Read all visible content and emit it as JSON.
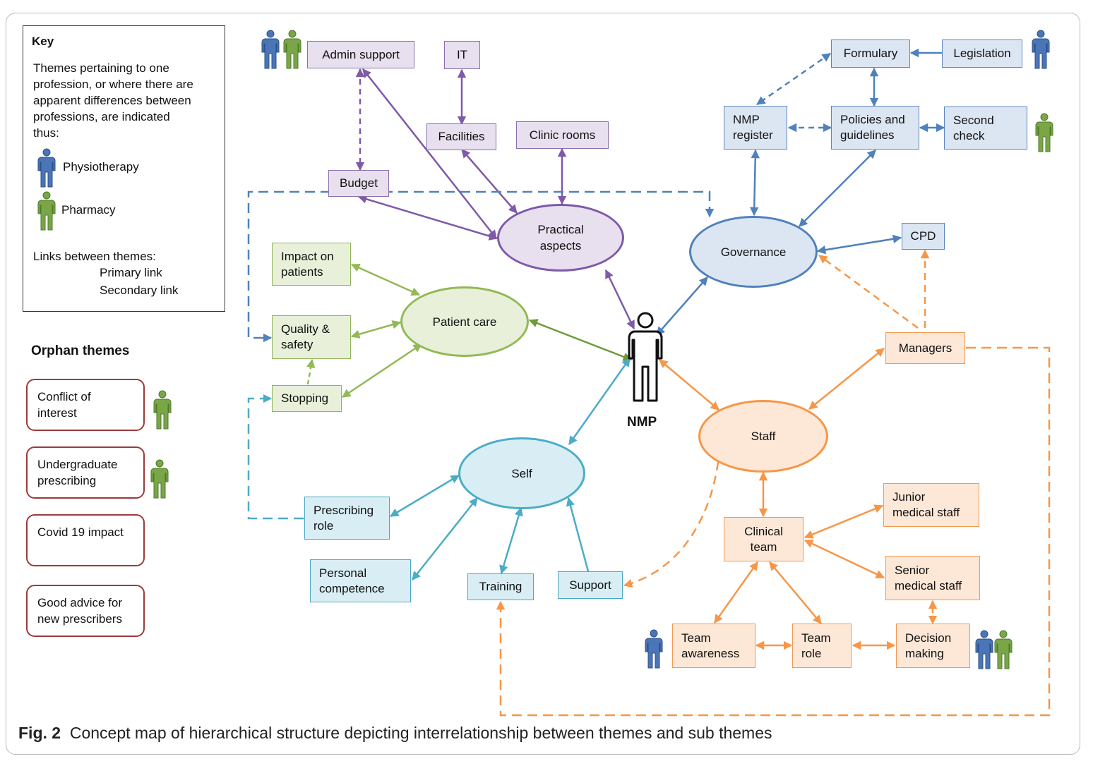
{
  "key": {
    "title": "Key",
    "description": "Themes pertaining to one\nprofession, or where there are\napparent differences between\nprofessions, are indicated\nthus:",
    "physiotherapy": "Physiotherapy",
    "pharmacy": "Pharmacy",
    "links_title": "Links between themes:",
    "primary_link": "Primary link",
    "secondary_link": "Secondary link"
  },
  "colors": {
    "physiotherapy": "#4a76b8",
    "pharmacy": "#7aa648",
    "purple": "#7e5aa8",
    "blue": "#4f81bd",
    "green": "#92b955",
    "cyan": "#4bacc6",
    "orange": "#f79646",
    "orphan_border": "#9b3a3a"
  },
  "orphan": {
    "title": "Orphan themes",
    "items": [
      "Conflict of\ninterest",
      "Undergraduate\nprescribing",
      "Covid 19 impact",
      "Good advice for\nnew prescribers"
    ]
  },
  "center": {
    "label": "NMP"
  },
  "hubs": {
    "practical": "Practical\naspects",
    "governance": "Governance",
    "patient_care": "Patient care",
    "staff": "Staff",
    "self": "Self"
  },
  "purple_nodes": {
    "admin_support": "Admin support",
    "it": "IT",
    "facilities": "Facilities",
    "clinic_rooms": "Clinic rooms",
    "budget": "Budget"
  },
  "blue_nodes": {
    "formulary": "Formulary",
    "legislation": "Legislation",
    "nmp_register": "NMP\nregister",
    "policies": "Policies and\nguidelines",
    "second_check": "Second\ncheck",
    "cpd": "CPD"
  },
  "green_nodes": {
    "impact": "Impact on\npatients",
    "quality": "Quality &\nsafety",
    "stopping": "Stopping"
  },
  "cyan_nodes": {
    "prescribing_role": "Prescribing\nrole",
    "personal_competence": "Personal\ncompetence",
    "training": "Training",
    "support": "Support"
  },
  "orange_nodes": {
    "managers": "Managers",
    "clinical_team": "Clinical\nteam",
    "junior": "Junior\nmedical staff",
    "senior": "Senior\nmedical staff",
    "team_awareness": "Team\nawareness",
    "team_role": "Team\nrole",
    "decision_making": "Decision\nmaking"
  },
  "caption": {
    "label": "Fig. 2",
    "text": "Concept map of hierarchical structure depicting interrelationship between themes and sub themes"
  }
}
